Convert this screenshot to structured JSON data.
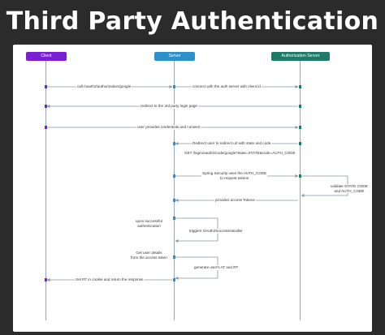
{
  "title": "Third Party Authentication",
  "actors": {
    "client": "Client",
    "server": "Server",
    "auth_server": "Authorization Server"
  },
  "colors": {
    "client": "#7a1fd1",
    "server": "#2e90c9",
    "auth_server": "#1f7a6a",
    "background": "#2b2b2b"
  },
  "messages": {
    "m1": "call /oauth2/authorization/google",
    "m2": "connect with the auth server with client id",
    "m3": "redirect to the 3rd party login page",
    "m4": "user provides credentials and consent",
    "m5": "Redirect user to redirect url with state and code",
    "m6": "GET /login/oauth2/code/google?state=STATE&code=AUTH_CODE",
    "m7a": "Spring Security uses the AUTH_CODE",
    "m7b": "to request tokens",
    "m8a": "validate STATE CODE",
    "m8b": "and AUTH_CODE",
    "m9": "provides access Tokens",
    "m10a": "upon successful",
    "m10b": "authentication",
    "m11": "triggers OAuth2SuccessHandler",
    "m12a": "Get user details",
    "m12b": "from the access token",
    "m13": "generate user's AT and RT",
    "m14": "Set RT in cookie and return the response"
  }
}
